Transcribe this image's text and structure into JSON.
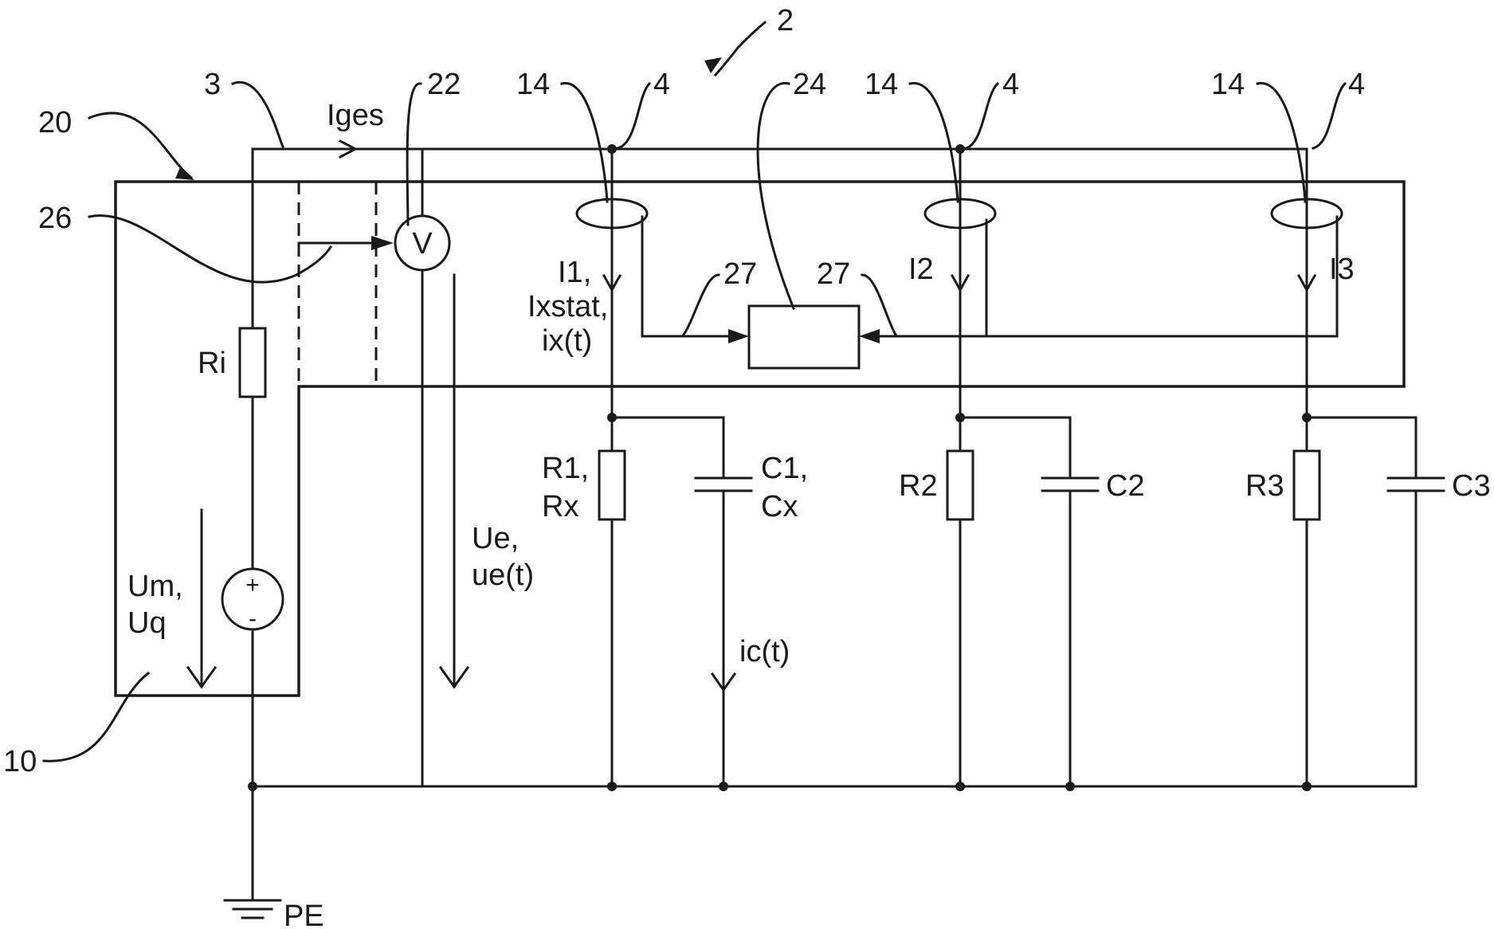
{
  "labels": {
    "ref_2": "2",
    "ref_3": "3",
    "ref_4a": "4",
    "ref_4b": "4",
    "ref_4c": "4",
    "ref_10": "10",
    "ref_14a": "14",
    "ref_14b": "14",
    "ref_14c": "14",
    "ref_20": "20",
    "ref_22": "22",
    "ref_24": "24",
    "ref_26": "26",
    "ref_27a": "27",
    "ref_27b": "27",
    "iges": "Iges",
    "voltmeter": "V",
    "i1_line1": "I1,",
    "i1_line2": "Ixstat,",
    "i1_line3": "ix(t)",
    "i2": "I2",
    "i3": "I3",
    "ri": "Ri",
    "r1_line1": "R1,",
    "r1_line2": "Rx",
    "c1_line1": "C1,",
    "c1_line2": "Cx",
    "r2": "R2",
    "c2": "C2",
    "r3": "R3",
    "c3": "C3",
    "ue_line1": "Ue,",
    "ue_line2": "ue(t)",
    "um_line1": "Um,",
    "um_line2": "Uq",
    "ic": "ic(t)",
    "plus": "+",
    "minus": "-",
    "pe": "PE"
  }
}
